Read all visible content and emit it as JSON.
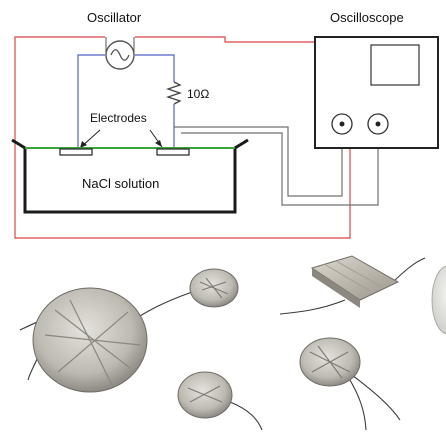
{
  "diagram": {
    "labels": {
      "oscillator": "Oscillator",
      "oscilloscope": "Oscilloscope",
      "resistor": "10Ω",
      "electrodes": "Electrodes",
      "solution": "NaCl solution"
    },
    "colors": {
      "red_wire": "#e06060",
      "blue_wire": "#6d78d2",
      "green_wire": "#3aa43a",
      "gray_wire": "#707070",
      "outline": "#1a1a1a"
    },
    "icons": {
      "oscillator": "ac-source-sine-icon",
      "oscilloscope_probe": "bnc-connector-icon",
      "resistor": "resistor-zigzag-icon"
    }
  },
  "photo": {
    "items": [
      "round-electrode-sensor",
      "rectangular-electrode-sensor"
    ]
  }
}
